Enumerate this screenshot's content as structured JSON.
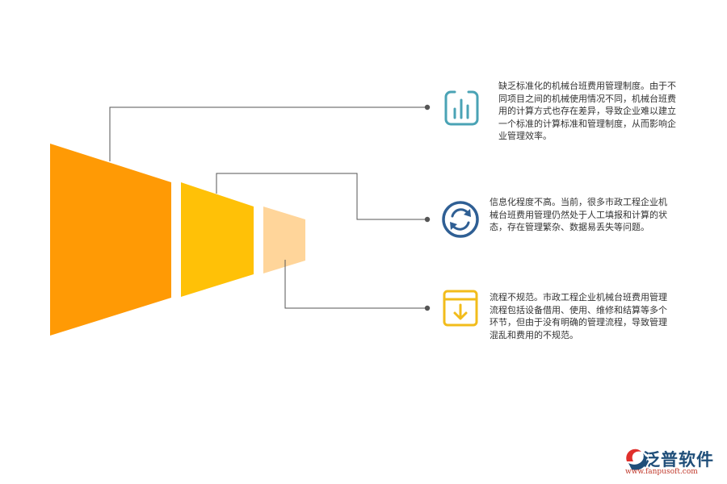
{
  "items": [
    {
      "text": "缺乏标准化的机械台班费用管理制度。由于不同项目之间的机械使用情况不同，机械台班费用的计算方式也存在差异，导致企业难以建立一个标准的计算标准和管理制度，从而影响企业管理效率。",
      "icon": "bar-chart-icon",
      "color": "#4aa3b5"
    },
    {
      "text": "信息化程度不高。当前，很多市政工程企业机械台班费用管理仍然处于人工填报和计算的状态，存在管理繁杂、数据易丢失等问题。",
      "icon": "refresh-icon",
      "color": "#2f5f94"
    },
    {
      "text": "流程不规范。市政工程企业机械台班费用管理流程包括设备借用、使用、维修和结算等多个环节，但由于没有明确的管理流程，导致管理混乱和费用的不规范。",
      "icon": "download-box-icon",
      "color": "#f2bc1b"
    }
  ],
  "funnel_colors": [
    "#ff9a05",
    "#ffc107",
    "#ffd59a"
  ],
  "connector_color": "#555555",
  "logo": {
    "name": "泛普软件",
    "url": "www.fanpusoft.com"
  }
}
